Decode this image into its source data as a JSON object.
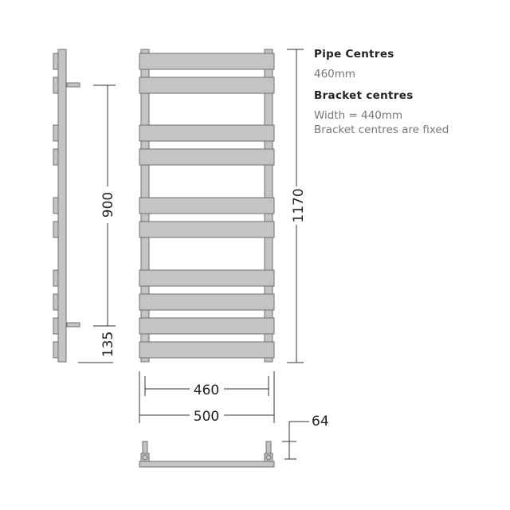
{
  "specs": {
    "pipe_centres": {
      "heading": "Pipe Centres",
      "value": "460mm"
    },
    "bracket_centres": {
      "heading": "Bracket centres",
      "lines": [
        "Width = 440mm",
        "Bracket centres are fixed"
      ]
    }
  },
  "dimensions": {
    "bracket_vertical": "900",
    "bracket_offset": "135",
    "overall_height": "1170",
    "pipe_centres": "460",
    "overall_width": "500",
    "wall_projection": "64"
  },
  "colors": {
    "fill": "#c4c4c2",
    "stroke": "#6f6f6f",
    "dimension_line": "#333333"
  }
}
